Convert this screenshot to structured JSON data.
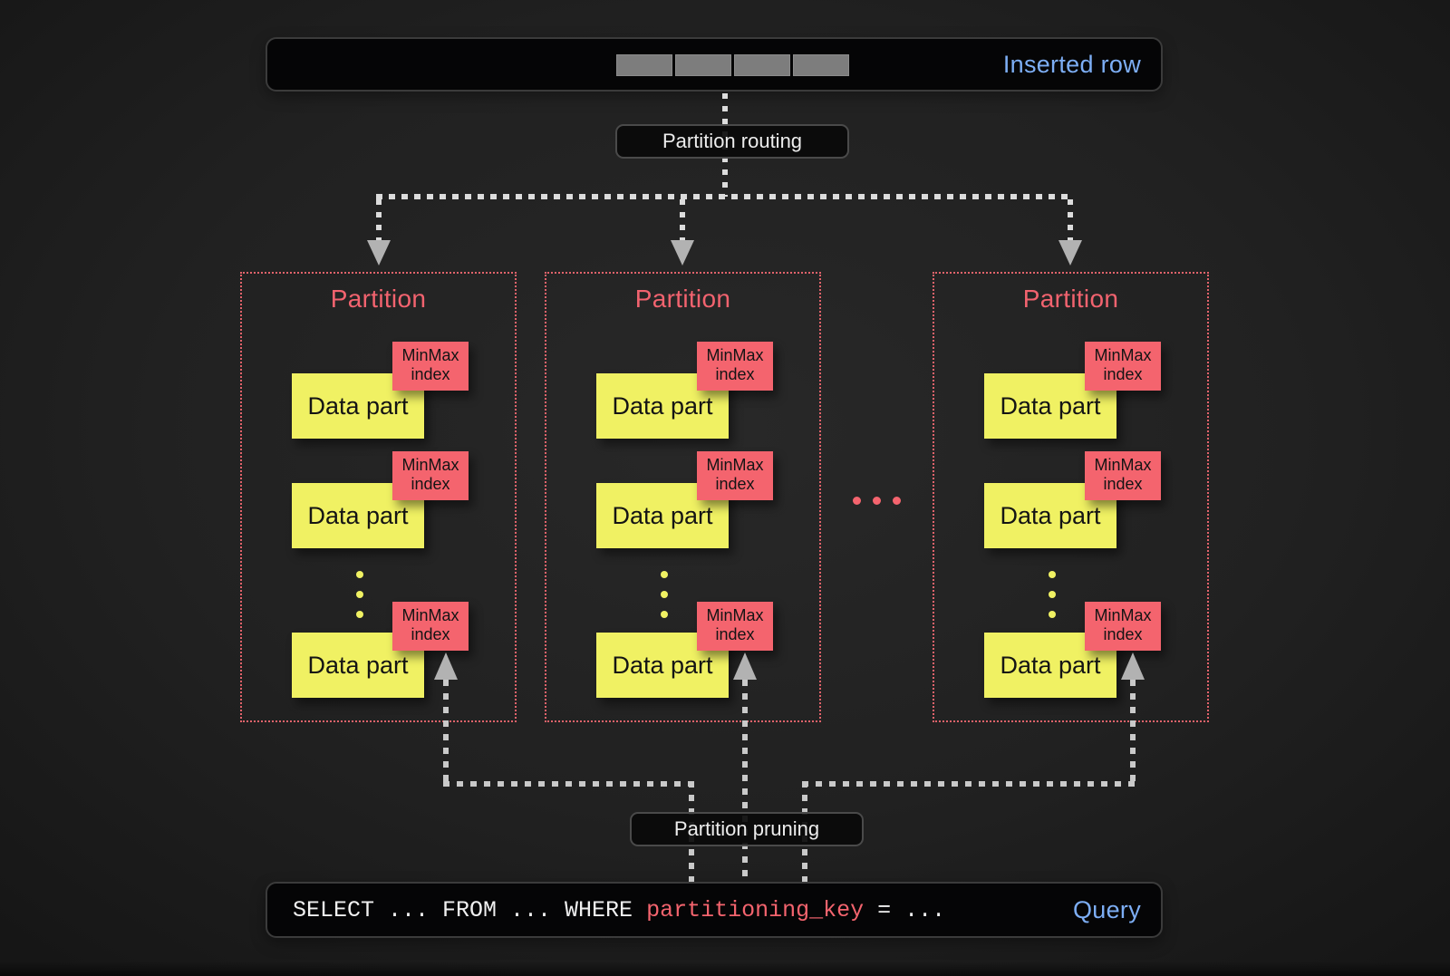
{
  "colors": {
    "background": "#212121",
    "panel_bg": "#050506",
    "panel_border": "#3b3b3b",
    "label_bg": "#0b0b0b",
    "label_border": "#4a4a4a",
    "accent_blue": "#7daef5",
    "accent_red": "#f2636f",
    "tag_red": "#f4646e",
    "part_yellow": "#f0f163",
    "segment_gray": "#7d7d7d",
    "line_white": "#dcdcdc",
    "line_gray": "#c9c9c9",
    "arrow_gray": "#b2b2b2",
    "text_light": "#ededed",
    "text_dark": "#141414"
  },
  "inserted_row": {
    "label": "Inserted row",
    "segments": 4
  },
  "labels": {
    "routing": "Partition routing",
    "pruning": "Partition pruning"
  },
  "partitions": [
    {
      "title": "Partition",
      "data_parts": [
        {
          "label": "Data part",
          "tag": "MinMax index"
        },
        {
          "label": "Data part",
          "tag": "MinMax index"
        },
        {
          "label": "Data part",
          "tag": "MinMax index"
        }
      ]
    },
    {
      "title": "Partition",
      "data_parts": [
        {
          "label": "Data part",
          "tag": "MinMax index"
        },
        {
          "label": "Data part",
          "tag": "MinMax index"
        },
        {
          "label": "Data part",
          "tag": "MinMax index"
        }
      ]
    },
    {
      "title": "Partition",
      "data_parts": [
        {
          "label": "Data part",
          "tag": "MinMax index"
        },
        {
          "label": "Data part",
          "tag": "MinMax index"
        },
        {
          "label": "Data part",
          "tag": "MinMax index"
        }
      ]
    }
  ],
  "query": {
    "prefix": "SELECT ... FROM ... WHERE ",
    "key": "partitioning_key",
    "suffix": " = ...",
    "label": "Query"
  }
}
